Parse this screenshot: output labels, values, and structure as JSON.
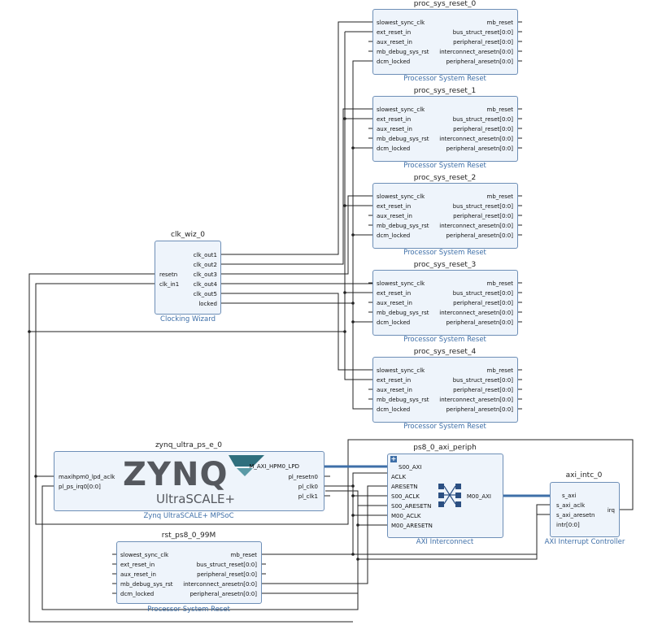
{
  "colors": {
    "wire": "#222222",
    "bus": "#3e6fa8",
    "block_fill": "#eef4fb",
    "block_border": "#6e8fb7",
    "type_label": "#3e6fa8"
  },
  "reset_block_ports": {
    "left": [
      "slowest_sync_clk",
      "ext_reset_in",
      "aux_reset_in",
      "mb_debug_sys_rst",
      "dcm_locked"
    ],
    "right": [
      "mb_reset",
      "bus_struct_reset[0:0]",
      "peripheral_reset[0:0]",
      "interconnect_aresetn[0:0]",
      "peripheral_aresetn[0:0]"
    ],
    "type": "Processor System Reset"
  },
  "resets": [
    {
      "name": "proc_sys_reset_0"
    },
    {
      "name": "proc_sys_reset_1"
    },
    {
      "name": "proc_sys_reset_2"
    },
    {
      "name": "proc_sys_reset_3"
    },
    {
      "name": "proc_sys_reset_4"
    },
    {
      "name": "rst_ps8_0_99M"
    }
  ],
  "clk_wiz": {
    "name": "clk_wiz_0",
    "type": "Clocking Wizard",
    "left": [
      "resetn",
      "clk_in1"
    ],
    "right": [
      "clk_out1",
      "clk_out2",
      "clk_out3",
      "clk_out4",
      "clk_out5",
      "locked"
    ]
  },
  "zynq": {
    "name": "zynq_ultra_ps_e_0",
    "type": "Zynq UltraSCALE+ MPSoC",
    "logo": "ZYNQ",
    "logo_sub": "UltraSCALE+",
    "left": [
      "maxihpm0_lpd_aclk",
      "pl_ps_irq0[0:0]"
    ],
    "right": [
      "M_AXI_HPM0_LPD",
      "pl_resetn0",
      "pl_clk0",
      "pl_clk1"
    ]
  },
  "axi_periph": {
    "name": "ps8_0_axi_periph",
    "type": "AXI Interconnect",
    "left": [
      "S00_AXI",
      "ACLK",
      "ARESETN",
      "S00_ACLK",
      "S00_ARESETN",
      "M00_ACLK",
      "M00_ARESETN"
    ],
    "right": [
      "M00_AXI"
    ]
  },
  "axi_intc": {
    "name": "axi_intc_0",
    "type": "AXI Interrupt Controller",
    "left": [
      "s_axi",
      "s_axi_aclk",
      "s_axi_aresetn",
      "intr[0:0]"
    ],
    "right": [
      "irq"
    ]
  }
}
